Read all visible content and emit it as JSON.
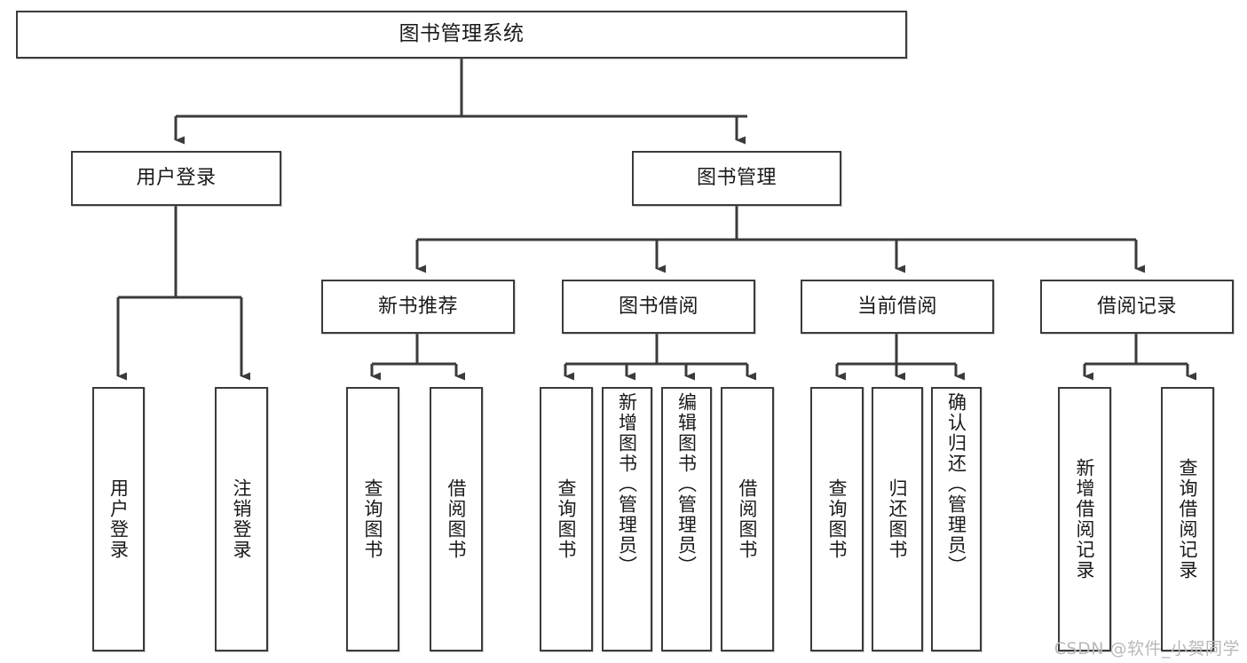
{
  "diagram": {
    "type": "tree",
    "title": "图书管理系统",
    "orientation": "top-down",
    "colors": {
      "box_border": "#3b3b3b",
      "box_fill": "#ffffff",
      "edge": "#3b3b3b",
      "text": "#1a1a1a",
      "watermark": "#b9b9b9",
      "background": "#ffffff"
    },
    "root": {
      "label": "图书管理系统"
    },
    "level1": [
      {
        "label": "用户登录"
      },
      {
        "label": "图书管理"
      }
    ],
    "level2": [
      {
        "label": "新书推荐"
      },
      {
        "label": "图书借阅"
      },
      {
        "label": "当前借阅"
      },
      {
        "label": "借阅记录"
      }
    ],
    "leaves": {
      "user_login": [
        {
          "label": "用户登录"
        },
        {
          "label": "注销登录"
        }
      ],
      "new_book_recommend": [
        {
          "label": "查询图书"
        },
        {
          "label": "借阅图书"
        }
      ],
      "book_borrow": [
        {
          "label": "查询图书"
        },
        {
          "label": "新增图书（管理员）"
        },
        {
          "label": "编辑图书（管理员）"
        },
        {
          "label": "借阅图书"
        }
      ],
      "current_borrow": [
        {
          "label": "查询图书"
        },
        {
          "label": "归还图书"
        },
        {
          "label": "确认归还（管理员）"
        }
      ],
      "borrow_record": [
        {
          "label": "新增借阅记录"
        },
        {
          "label": "查询借阅记录"
        }
      ]
    },
    "watermark": "CSDN @软件_小贺同学"
  }
}
